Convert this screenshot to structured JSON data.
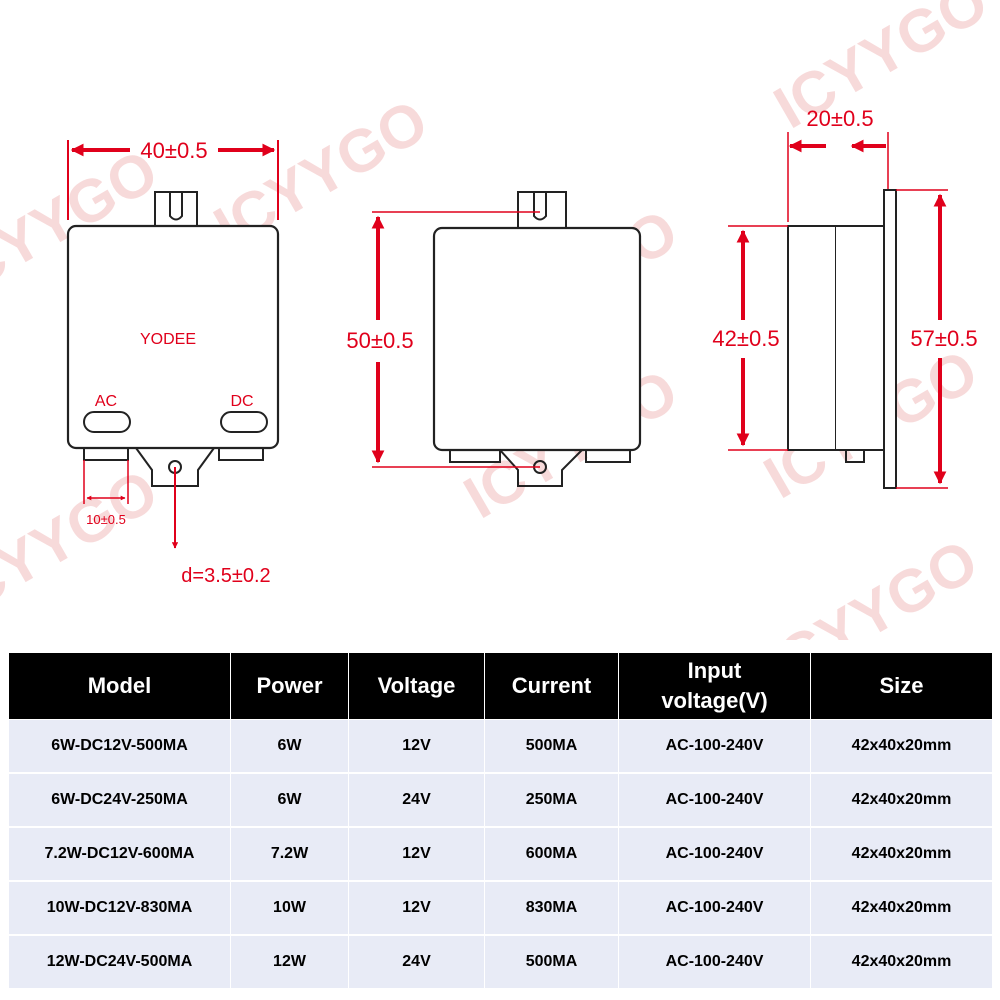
{
  "watermark": "ICYYGO",
  "colors": {
    "dimension": "#e0001b",
    "outline": "#222222",
    "header_bg": "#000000",
    "row_bg": "#e8ebf6",
    "watermark": "#f2bcbc"
  },
  "front_view": {
    "width_label": "40±0.5",
    "brand_label": "YODEE",
    "ac_label": "AC",
    "dc_label": "DC",
    "pin_label": "10±0.5",
    "hole_label": "d=3.5±0.2"
  },
  "back_view": {
    "height_label": "50±0.5"
  },
  "side_view": {
    "depth_label": "20±0.5",
    "body_height_label": "42±0.5",
    "total_height_label": "57±0.5"
  },
  "table": {
    "headers": [
      "Model",
      "Power",
      "Voltage",
      "Current",
      "Input voltage(V)",
      "Size"
    ],
    "rows": [
      [
        "6W-DC12V-500MA",
        "6W",
        "12V",
        "500MA",
        "AC-100-240V",
        "42x40x20mm"
      ],
      [
        "6W-DC24V-250MA",
        "6W",
        "24V",
        "250MA",
        "AC-100-240V",
        "42x40x20mm"
      ],
      [
        "7.2W-DC12V-600MA",
        "7.2W",
        "12V",
        "600MA",
        "AC-100-240V",
        "42x40x20mm"
      ],
      [
        "10W-DC12V-830MA",
        "10W",
        "12V",
        "830MA",
        "AC-100-240V",
        "42x40x20mm"
      ],
      [
        "12W-DC24V-500MA",
        "12W",
        "24V",
        "500MA",
        "AC-100-240V",
        "42x40x20mm"
      ]
    ]
  }
}
